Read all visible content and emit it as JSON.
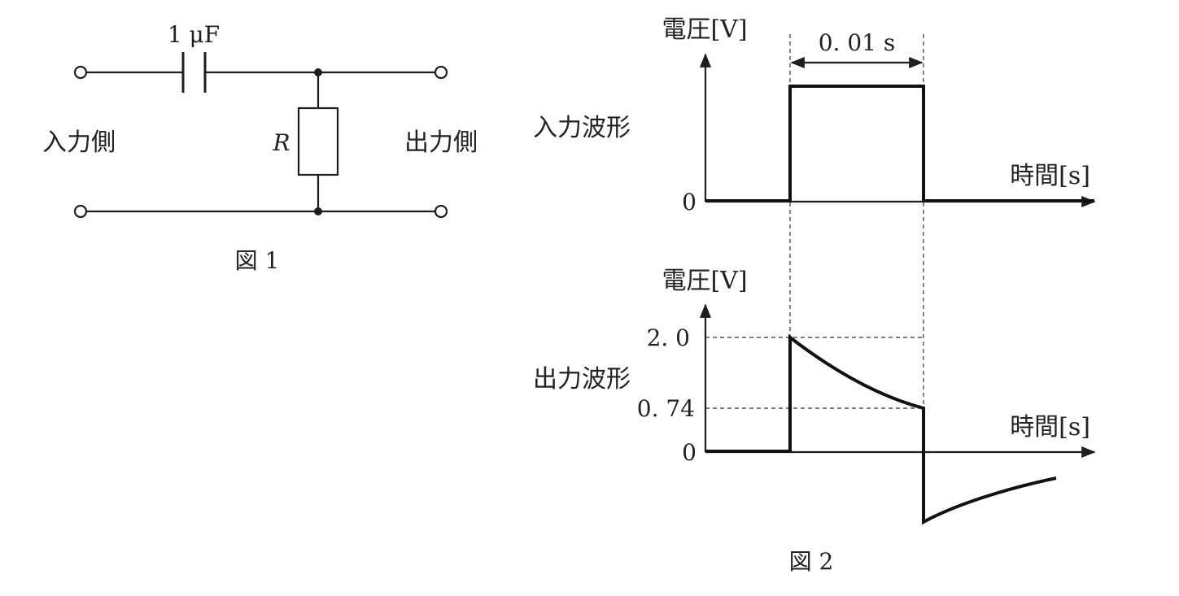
{
  "figure1": {
    "caption": "図 1",
    "capacitor_label": "1 μF",
    "resistor_label": "R",
    "input_side_label": "入力側",
    "output_side_label": "出力側"
  },
  "figure2": {
    "caption": "図 2",
    "period_label": "0. 01 s",
    "input": {
      "row_label": "入力波形",
      "y_axis_label": "電圧[V]",
      "x_axis_label": "時間[s]",
      "zero_label": "0"
    },
    "output": {
      "row_label": "出力波形",
      "y_axis_label": "電圧[V]",
      "x_axis_label": "時間[s]",
      "zero_label": "0",
      "peak_label": "2. 0",
      "end_label": "0. 74"
    }
  }
}
